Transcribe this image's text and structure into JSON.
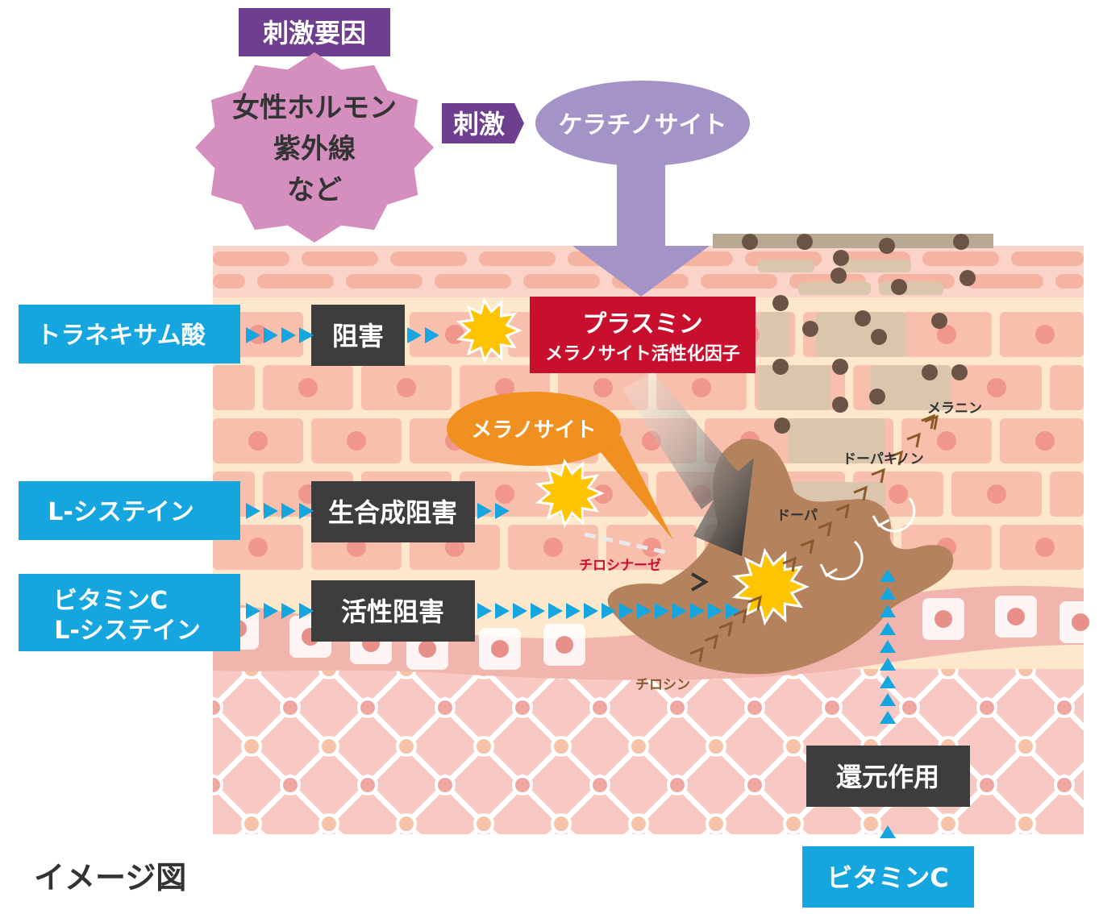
{
  "stimulus_header": "刺激要因",
  "stimulus_items": [
    "女性ホルモン",
    "紫外線",
    "など"
  ],
  "stimulus_tag": "刺激",
  "keratinocyte": "ケラチノサイト",
  "plasmin": {
    "title": "プラスミン",
    "subtitle": "メラノサイト活性化因子"
  },
  "melanocyte": "メラノサイト",
  "pathway": {
    "tyrosinase": "チロシナーゼ",
    "tyrosine": "チロシン",
    "dopa": "ドーパ",
    "dopaquinone": "ドーパキノン",
    "melanin": "メラニン"
  },
  "left_rows": [
    {
      "ingredient": "トラネキサム酸",
      "action": "阻害"
    },
    {
      "ingredient": "L-システイン",
      "action": "生合成阻害"
    },
    {
      "ingredient_lines": [
        "ビタミンC",
        "L-システイン"
      ],
      "action": "活性阻害"
    }
  ],
  "reduction": {
    "action": "還元作用",
    "ingredient": "ビタミンC"
  },
  "caption": "イメージ図",
  "colors": {
    "purple_dark": "#6f3f8f",
    "pink_burst": "#d48fbf",
    "lavender": "#a493c6",
    "plasmin_red": "#c8102e",
    "melanocyte_orange": "#f09020",
    "cyan": "#15a6e0",
    "dark_box": "#3d3d3d",
    "melanocyte_brown": "#b5825e",
    "star_yellow": "#ffc400",
    "skin_cream": "#fde8cc",
    "skin_pink": "#f6c8c0"
  }
}
